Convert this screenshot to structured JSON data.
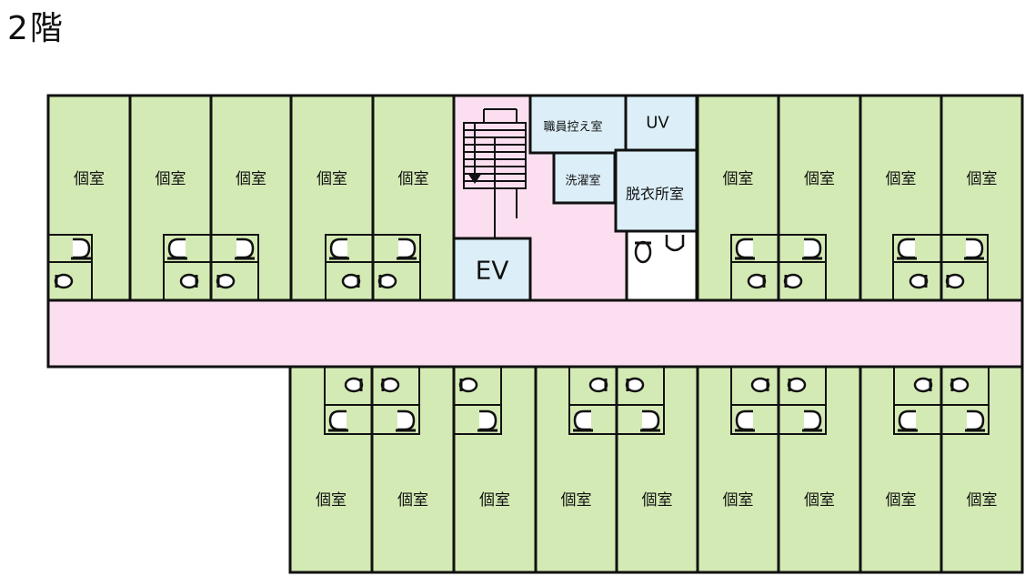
{
  "floor_title": "2階",
  "colors": {
    "room": "#d4eab4",
    "corridor": "#fbdff0",
    "service": "#dceff8",
    "outline": "#111111"
  },
  "labels": {
    "private_room": "個室",
    "staff_room": "職員控え室",
    "uv": "UV",
    "laundry": "洗濯室",
    "dressing_room": "脱衣所室",
    "elevator": "EV"
  },
  "icons": [
    "toilet-icon",
    "sink-icon",
    "stairs-icon",
    "down-arrow-icon"
  ]
}
